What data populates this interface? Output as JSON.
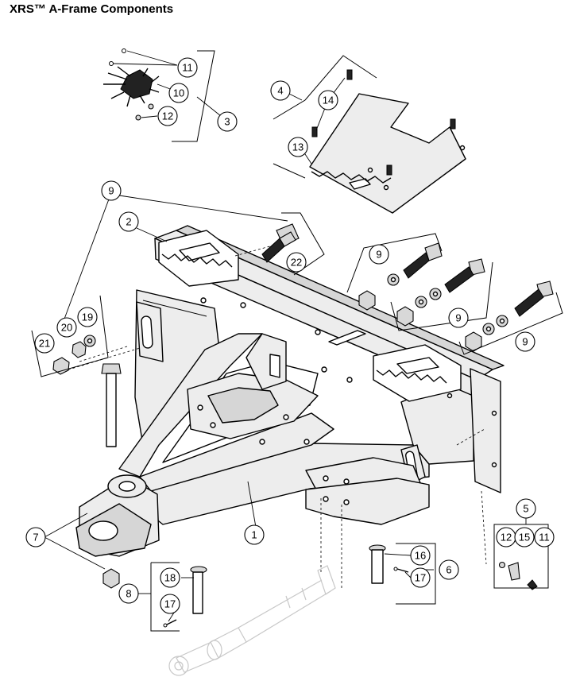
{
  "title": "XRS™ A-Frame Components",
  "callouts": [
    "1",
    "2",
    "3",
    "4",
    "5",
    "6",
    "7",
    "8",
    "9",
    "9",
    "9",
    "9",
    "10",
    "11",
    "11",
    "12",
    "12",
    "13",
    "14",
    "15",
    "16",
    "17",
    "17",
    "18",
    "19",
    "20",
    "21",
    "22"
  ]
}
